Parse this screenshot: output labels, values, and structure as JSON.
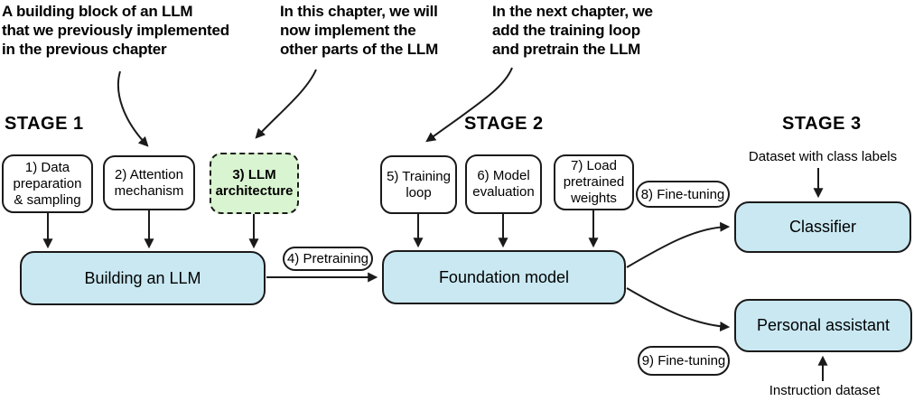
{
  "annotations": {
    "prev_chapter": "A building block of an LLM\nthat we previously implemented\nin the previous chapter",
    "this_chapter": "In this chapter, we will\nnow implement the\nother parts of the LLM",
    "next_chapter": "In the next chapter, we\nadd the training loop\nand pretrain the LLM"
  },
  "stage_labels": {
    "stage1": "STAGE 1",
    "stage2": "STAGE 2",
    "stage3": "STAGE 3"
  },
  "step_boxes": {
    "data_preparation": "1) Data\npreparation\n& sampling",
    "attention_mechanism": "2) Attention\nmechanism",
    "llm_architecture": "3) LLM\narchitecture",
    "training_loop": "5) Training\nloop",
    "model_evaluation": "6) Model\nevaluation",
    "load_pretrained_weights": "7) Load\npretrained\nweights"
  },
  "pills": {
    "pretraining": "4) Pretraining",
    "fine_tuning_8": "8) Fine-tuning",
    "fine_tuning_9": "9) Fine-tuning"
  },
  "main_boxes": {
    "building_llm": "Building an LLM",
    "foundation_model": "Foundation model",
    "classifier": "Classifier",
    "personal_assistant": "Personal assistant"
  },
  "io_labels": {
    "dataset_class_labels": "Dataset with class labels",
    "instruction_dataset": "Instruction dataset"
  },
  "colors": {
    "highlight_green": "#d9f4d0",
    "primary_blue": "#c9e8f2",
    "border": "#1a1a1a"
  }
}
